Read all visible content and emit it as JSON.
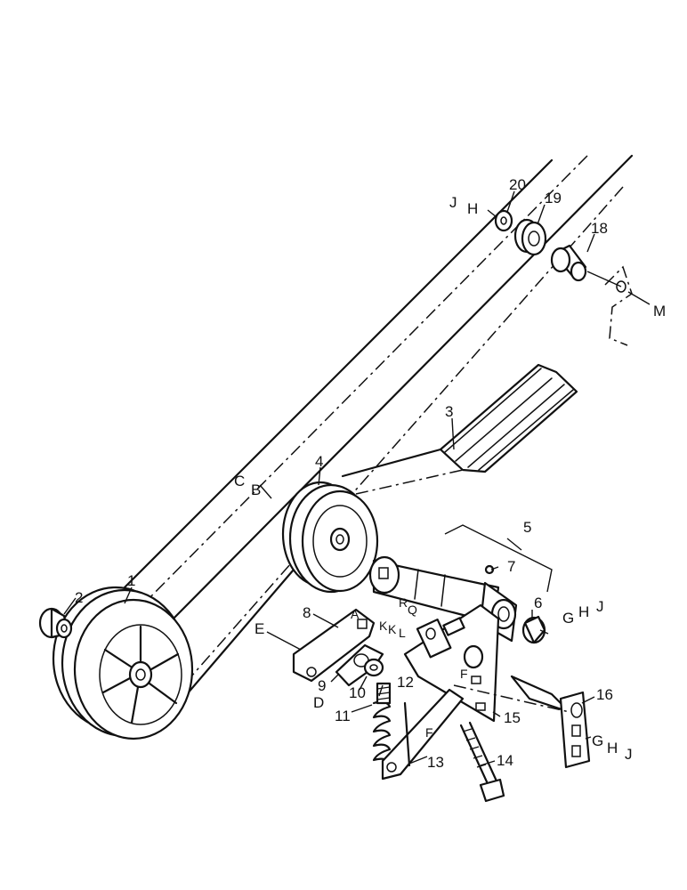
{
  "labels": {
    "l1": "1",
    "l2": "2",
    "l3": "3",
    "l4": "4",
    "l5": "5",
    "l6": "6",
    "l7": "7",
    "l8": "8",
    "l9": "9",
    "l10": "10",
    "l11": "11",
    "l12": "12",
    "l13": "13",
    "l14": "14",
    "l15": "15",
    "l16": "16",
    "l18": "18",
    "l19": "19",
    "l20": "20",
    "a": "A",
    "b": "B",
    "c": "C",
    "d": "D",
    "e": "E",
    "f1": "F",
    "f2": "F",
    "g1": "G",
    "h1": "H",
    "j1": "J",
    "g2": "G",
    "h2": "H",
    "j2": "J",
    "h3": "H",
    "j3": "J",
    "k": "K",
    "k2": "K",
    "l": "L",
    "q": "Q",
    "r": "R",
    "m": "M"
  }
}
